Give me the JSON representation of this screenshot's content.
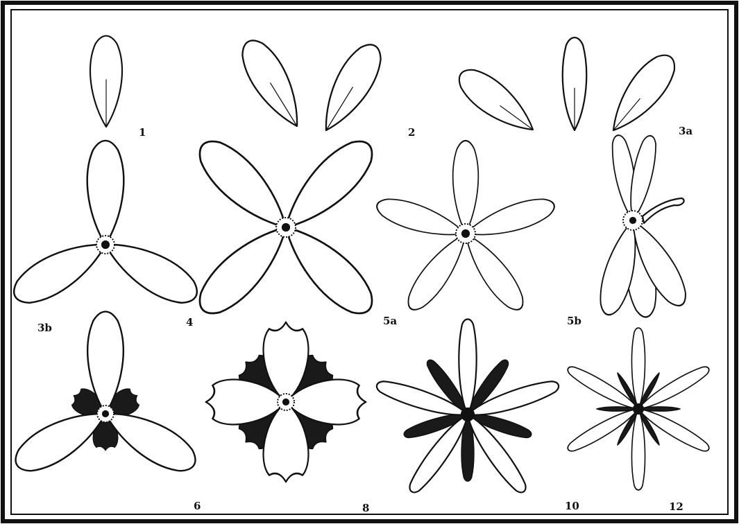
{
  "colors": {
    "ink": "#111111",
    "paper": "#ffffff",
    "dark_petal": "#1a1a1a"
  },
  "labels": {
    "fig1": "1",
    "fig2": "2",
    "fig3a": "3a",
    "fig3b": "3b",
    "fig4": "4",
    "fig5a": "5a",
    "fig5b": "5b",
    "fig6": "6",
    "fig8": "8",
    "fig10": "10",
    "fig12": "12"
  }
}
